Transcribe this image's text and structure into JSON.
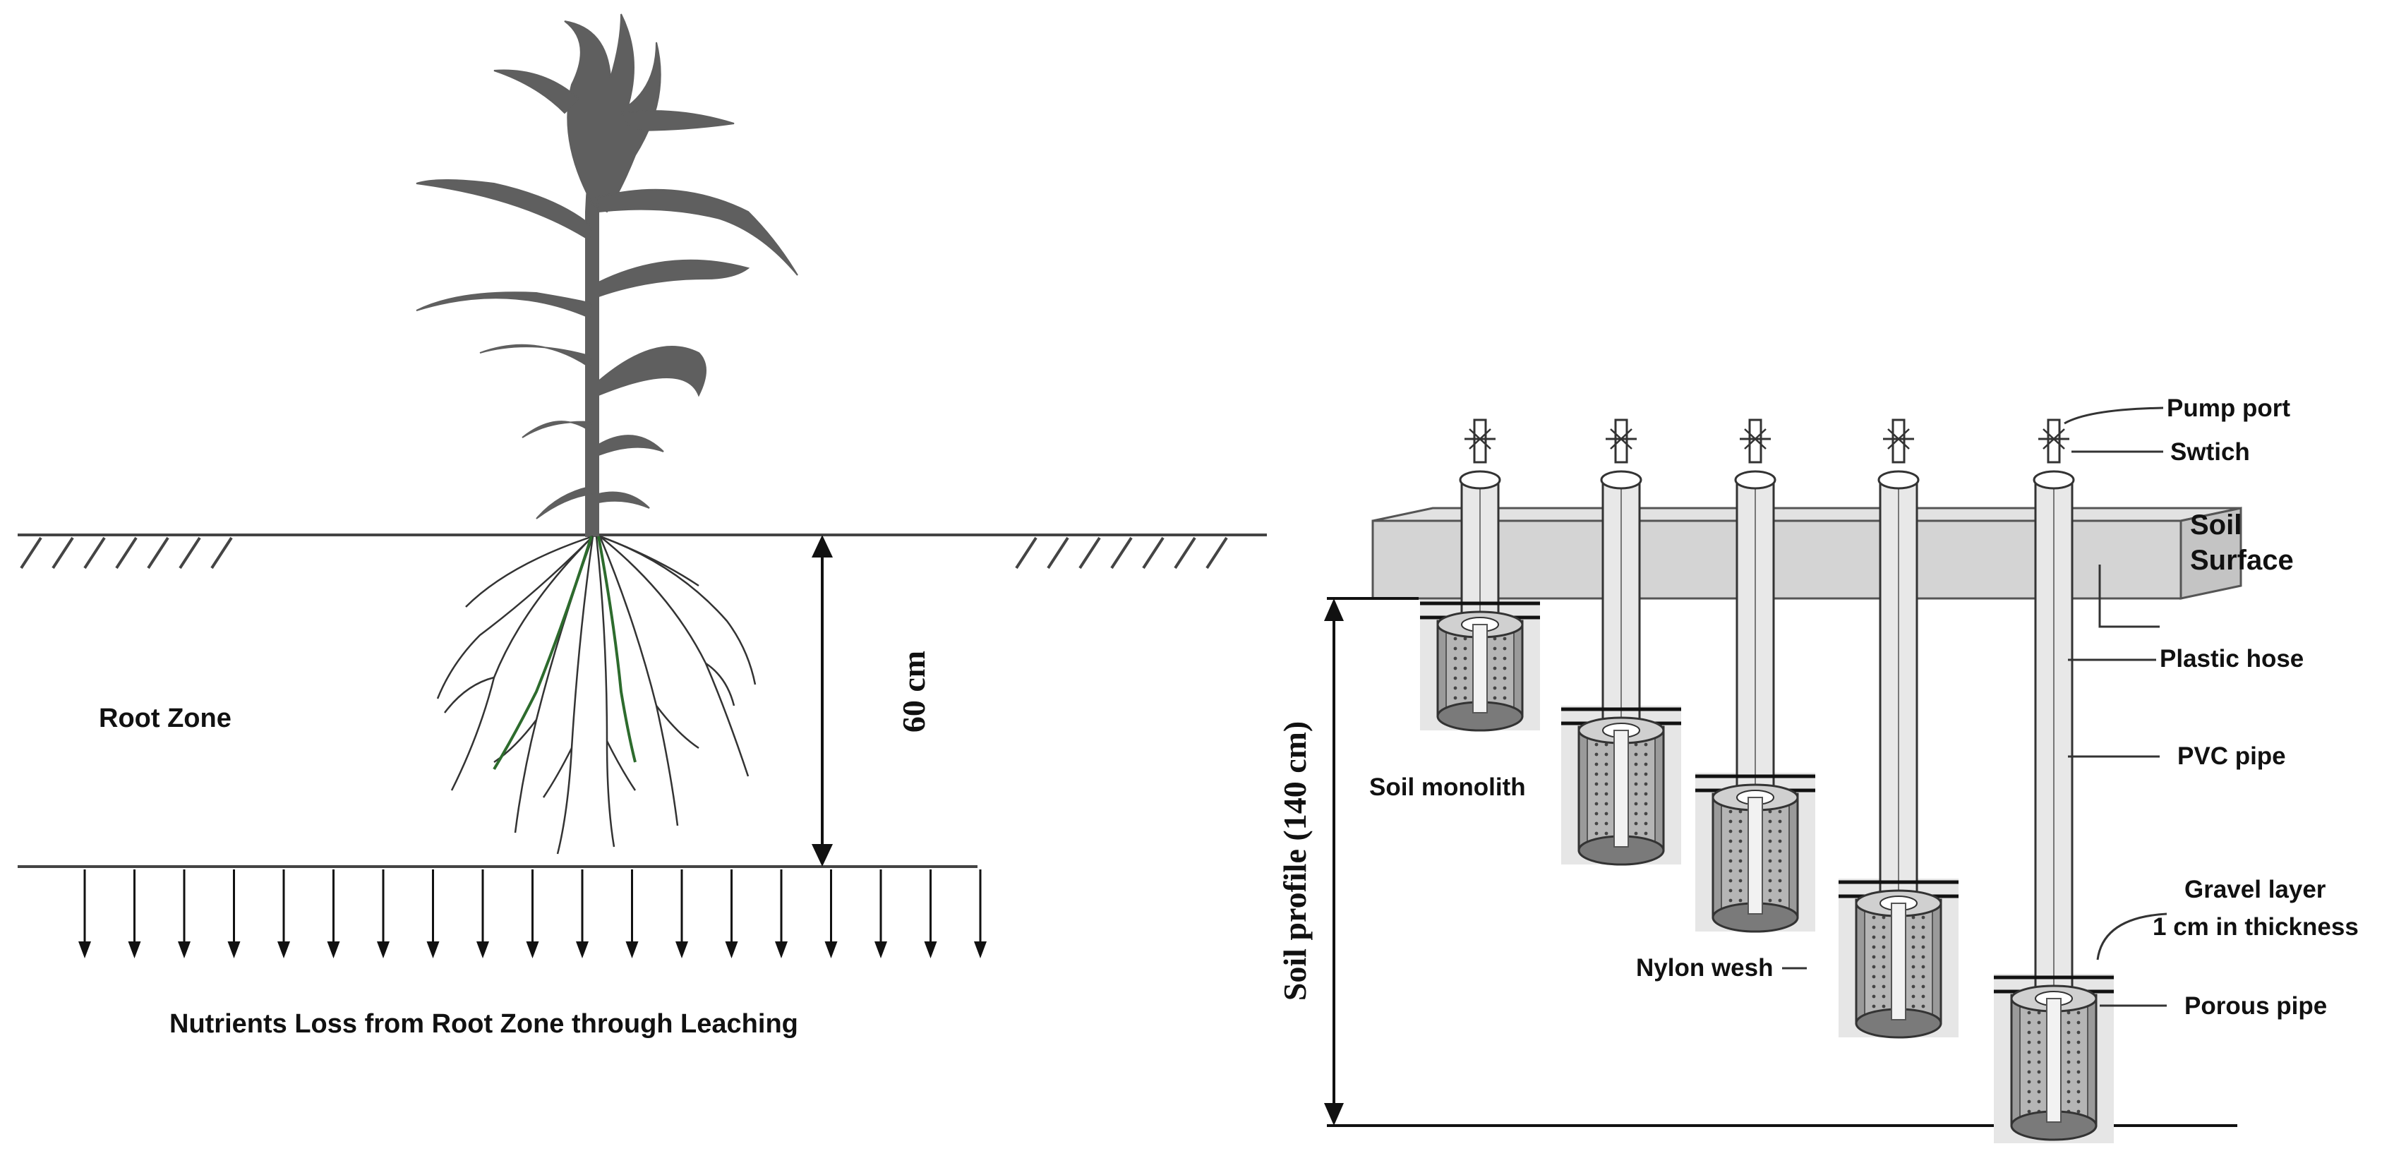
{
  "left_panel": {
    "root_zone_label": "Root Zone",
    "depth_label": "60 cm",
    "leaching_caption": "Nutrients Loss from Root Zone through Leaching"
  },
  "right_panel": {
    "profile_label": "Soil profile (140 cm)",
    "labels": {
      "pump_port": "Pump port",
      "switch": "Swtich",
      "soil_surface_line1": "Soil",
      "soil_surface_line2": "Surface",
      "plastic_hose": "Plastic hose",
      "pvc_pipe": "PVC pipe",
      "gravel_line1": "Gravel layer",
      "gravel_line2": "1 cm in thickness",
      "porous_pipe": "Porous pipe",
      "soil_monolith": "Soil monolith",
      "nylon_wesh": "Nylon wesh"
    }
  },
  "colors": {
    "plant": "#5f5f5f",
    "root_green": "#2d6b2d",
    "soil_slab": "#d4d4d4",
    "line": "#111111"
  }
}
